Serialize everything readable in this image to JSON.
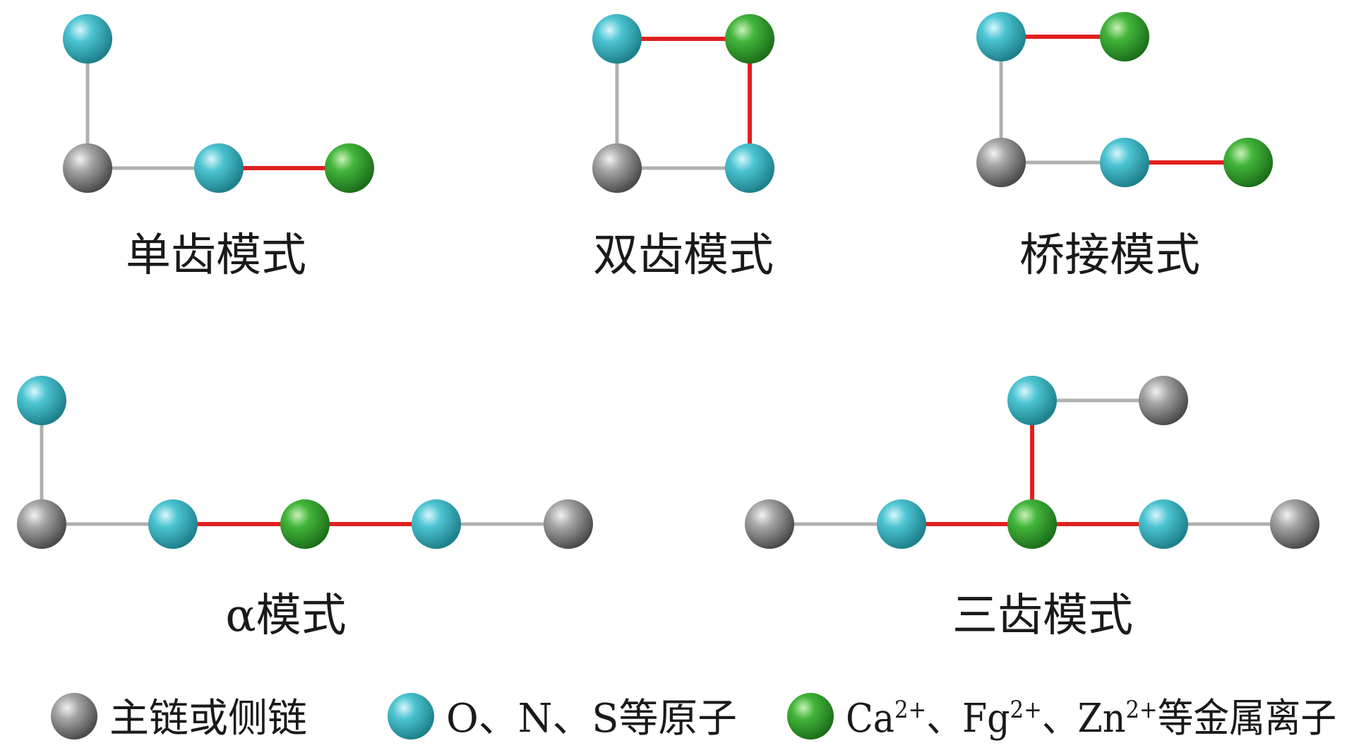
{
  "captions": {
    "monodentate": "单齿模式",
    "bidentate": "双齿模式",
    "bridging": "桥接模式",
    "alpha": "α模式",
    "tridentate": "三齿模式"
  },
  "legend": {
    "backbone": "主链或侧链",
    "heteroatom": "O、N、S等原子",
    "metal_prefix_1": "Ca",
    "metal_sup_1": "2+",
    "metal_sep_1": "、Fg",
    "metal_sup_2": "2+",
    "metal_sep_2": "、Zn",
    "metal_sup_3": "2+",
    "metal_suffix": "等金属离子"
  },
  "colors": {
    "backbone_atom": "#8c8c8c",
    "heteroatom": "#3fbfcc",
    "metal_ion": "#3aaa35",
    "coordination_bond": "#e02020",
    "covalent_bond": "#b0b0b0"
  }
}
